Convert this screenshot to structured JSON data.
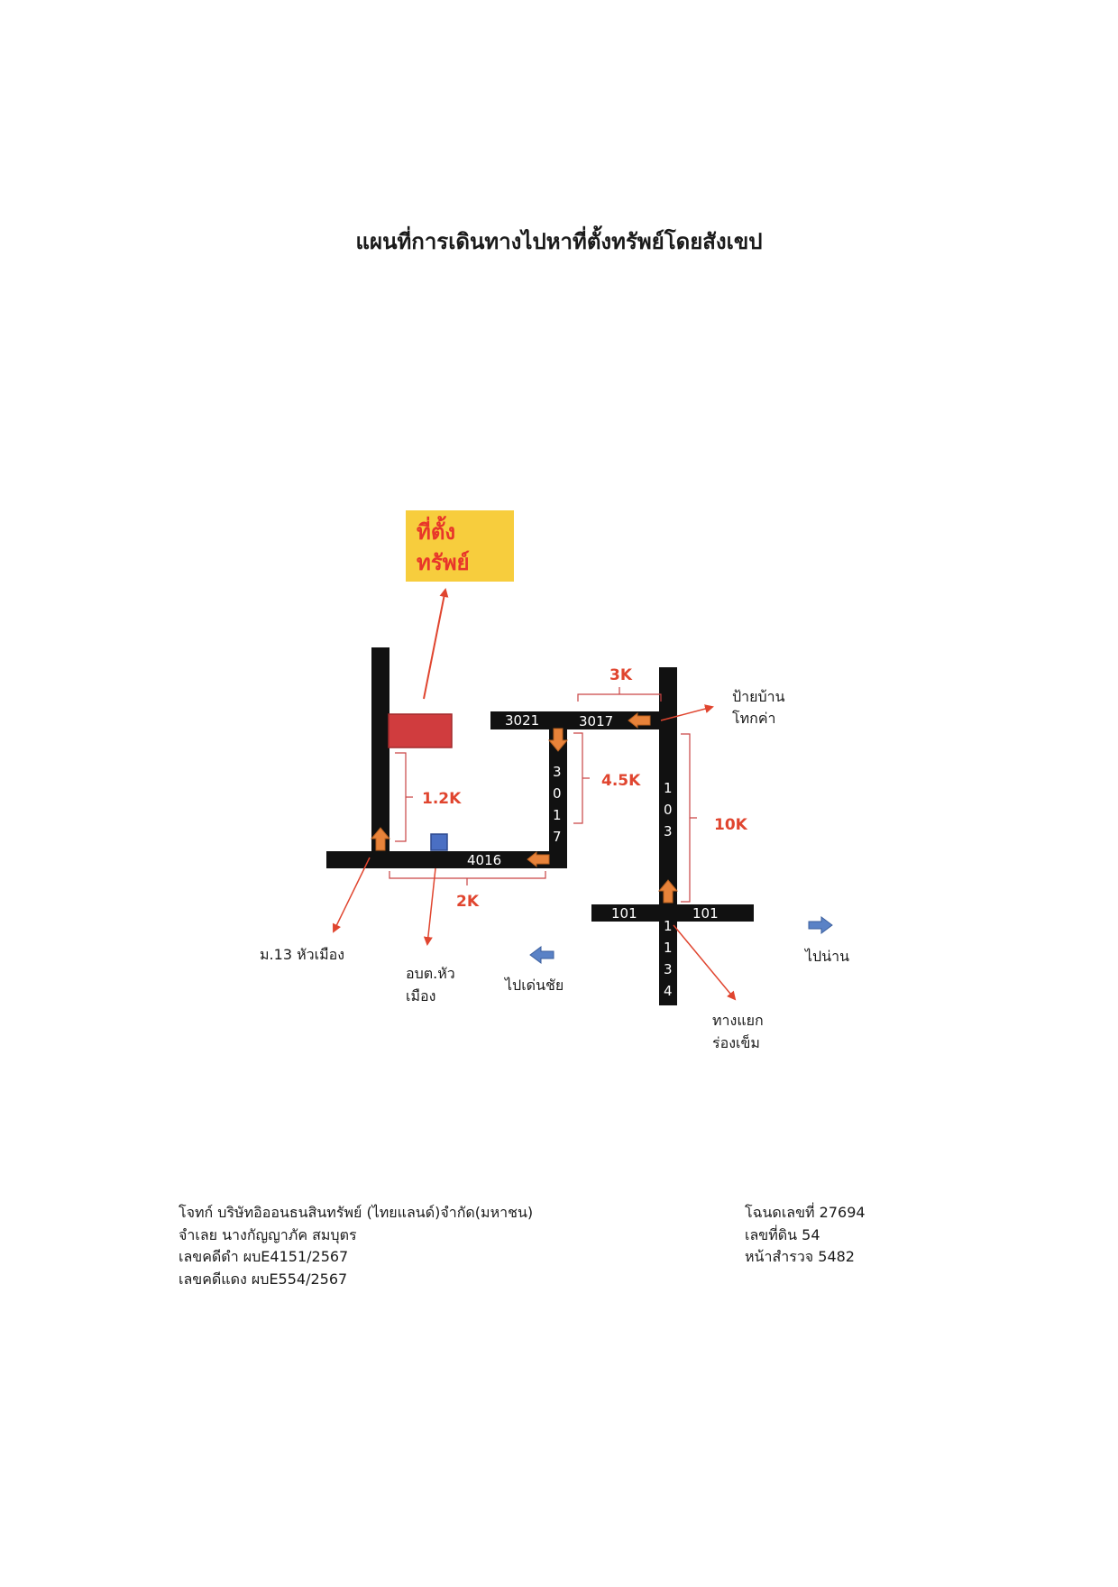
{
  "title": "แผนที่การเดินทางไปหาที่ตั้งทรัพย์โดยสังเขป",
  "property_label": {
    "line1": "ที่ตั้ง",
    "line2": "ทรัพย์"
  },
  "roads": {
    "r3021": "3021",
    "r3017_h": "3017",
    "r3017_v": [
      "3",
      "0",
      "1",
      "7"
    ],
    "r4016": "4016",
    "r1103": [
      "1",
      "0",
      "3"
    ],
    "r101_left": "101",
    "r101_right": "101",
    "r1134": [
      "1",
      "1",
      "3",
      "4"
    ]
  },
  "distances": {
    "d3k": "3K",
    "d45k": "4.5K",
    "d10k": "10K",
    "d12k": "1.2K",
    "d2k": "2K"
  },
  "places": {
    "ban_thok_kha": [
      "ป้ายบ้าน",
      "โทกค่า"
    ],
    "moo13": "ม.13 หัวเมือง",
    "obt": [
      "อบต.หัว",
      "เมือง"
    ],
    "to_den_chai": "ไปเด่นชัย",
    "to_nan": "ไปน่าน",
    "rong_khem": [
      "ทางแยก",
      "ร่องเข็ม"
    ]
  },
  "colors": {
    "road": "#111111",
    "arrow": "#e8833a",
    "distance": "#e0452f",
    "property_box": "#f7cd3d",
    "property_marker": "#d03c3e",
    "office_marker": "#4a6fc3",
    "direction_arrow": "#5a82c6"
  },
  "footer": {
    "left": [
      "โจทก์ บริษัทอิออนธนสินทรัพย์ (ไทยแลนด์)จำกัด(มหาชน)",
      "จำเลย นางกัญญาภัค สมบุตร",
      "เลขคดีดำ ผบE4151/2567",
      "เลขคดีแดง ผบE554/2567"
    ],
    "right": [
      "โฉนดเลขที่ 27694",
      "เลขที่ดิน 54",
      "หน้าสำรวจ  5482"
    ]
  }
}
